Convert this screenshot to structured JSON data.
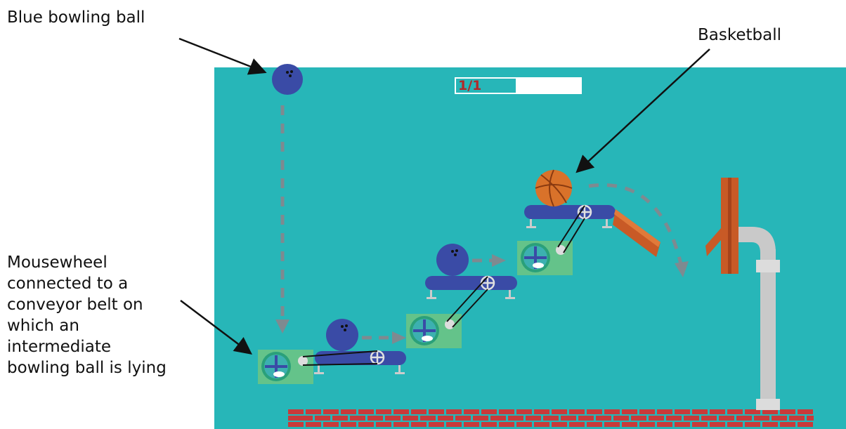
{
  "labels": {
    "blue_bowling_ball": "Blue bowling ball",
    "basketball": "Basketball",
    "mousewheel": "Mousewheel connected to a conveyor belt on which an intermediate bowling ball is lying"
  },
  "progress": {
    "text": "1/1",
    "fill_fraction": 0.48
  },
  "colors": {
    "background": "#27b6b8",
    "ball": "#3a4ba6",
    "conveyor": "#3a4ba6",
    "basketball": "#d9722a",
    "wheel_box": "#64c38a",
    "bricks": "#c83a3a",
    "backboard": "#c85a26",
    "pole": "#c9c9c9",
    "arrow": "#7e8a90"
  }
}
